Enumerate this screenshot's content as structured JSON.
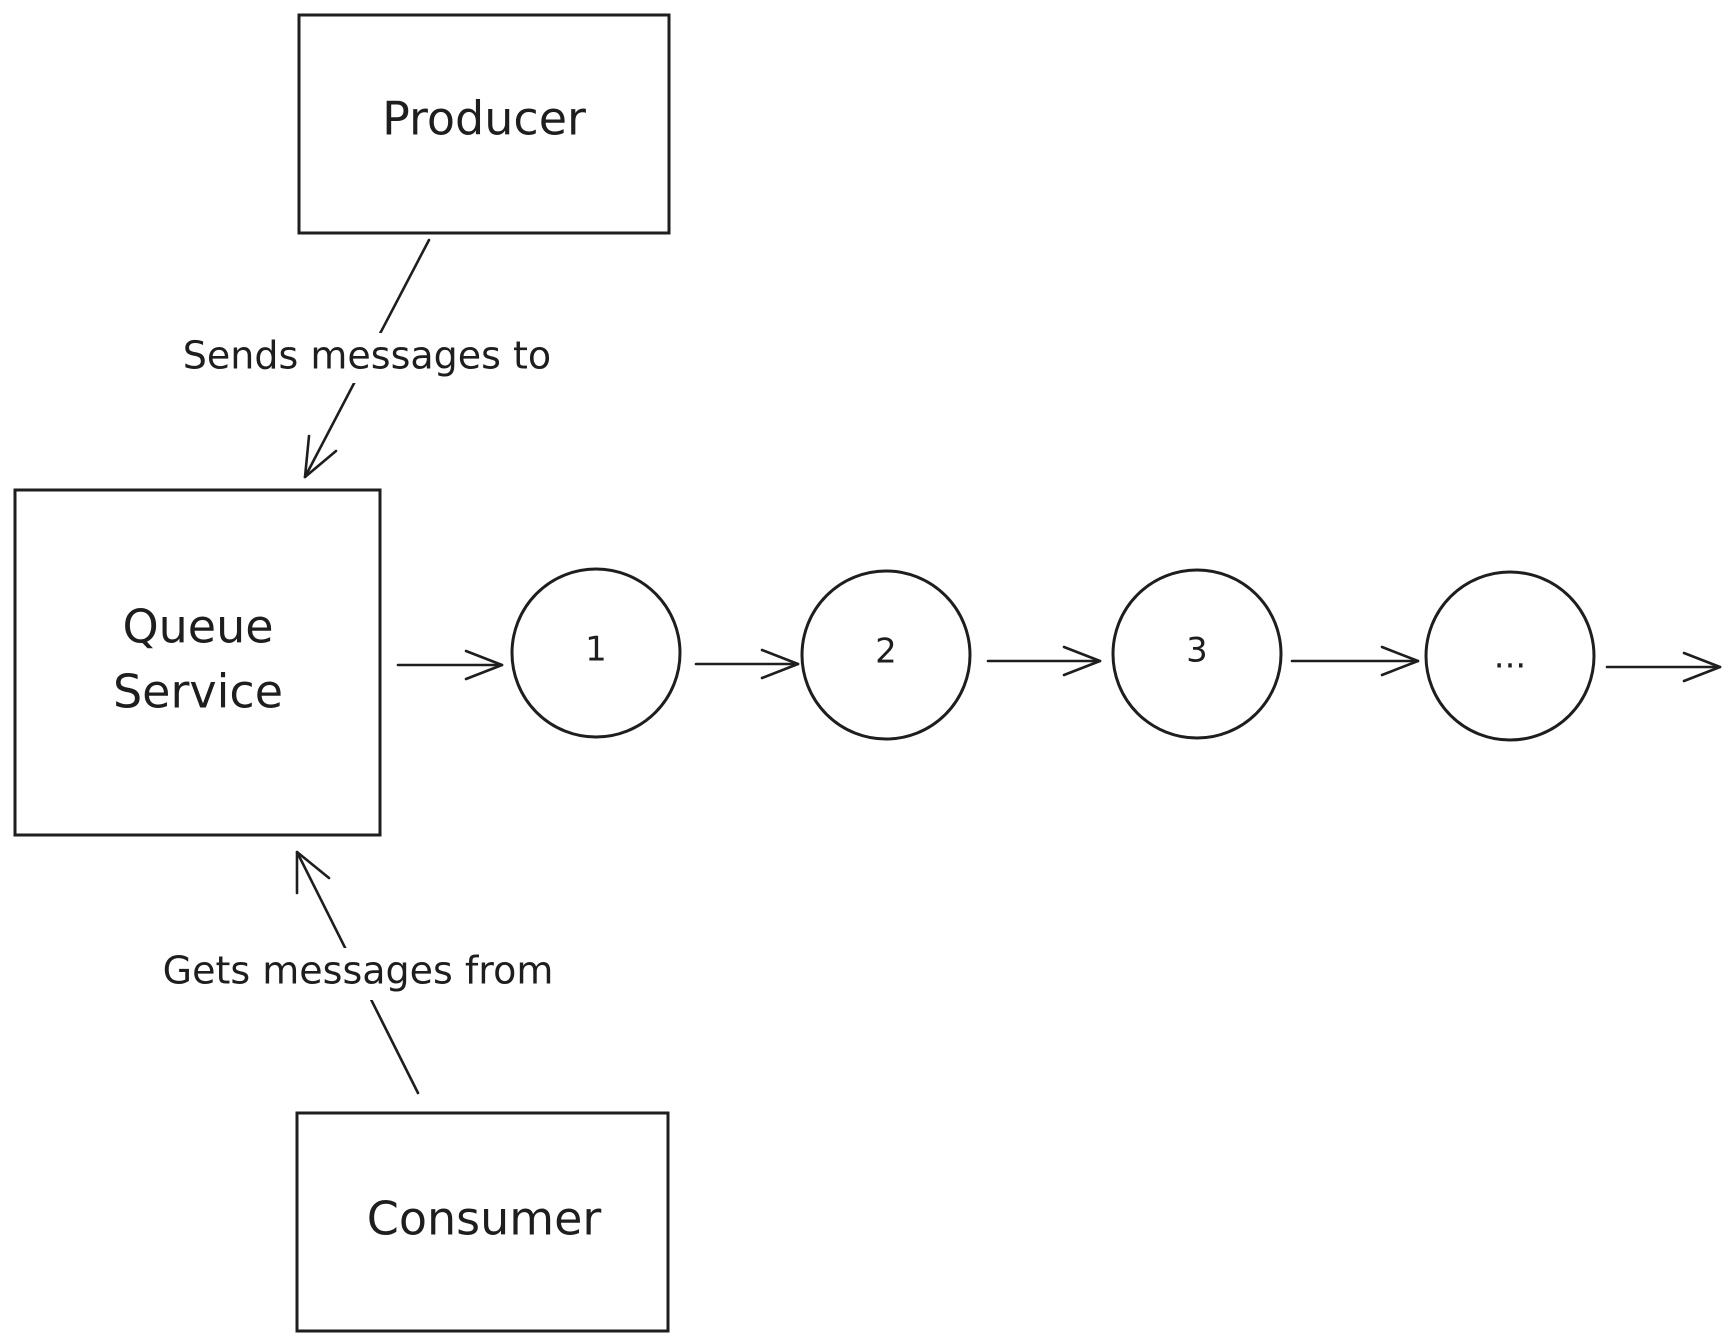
{
  "diagram": {
    "producer": {
      "label": "Producer"
    },
    "queue_service": {
      "label_lines": [
        "Queue",
        "Service"
      ]
    },
    "consumer": {
      "label": "Consumer"
    },
    "edges": {
      "producer_to_queue": "Sends messages to",
      "consumer_to_queue": "Gets messages from"
    },
    "queue_items": [
      "1",
      "2",
      "3",
      "..."
    ]
  },
  "colors": {
    "stroke": "#1e1e1e",
    "background": "#ffffff"
  }
}
